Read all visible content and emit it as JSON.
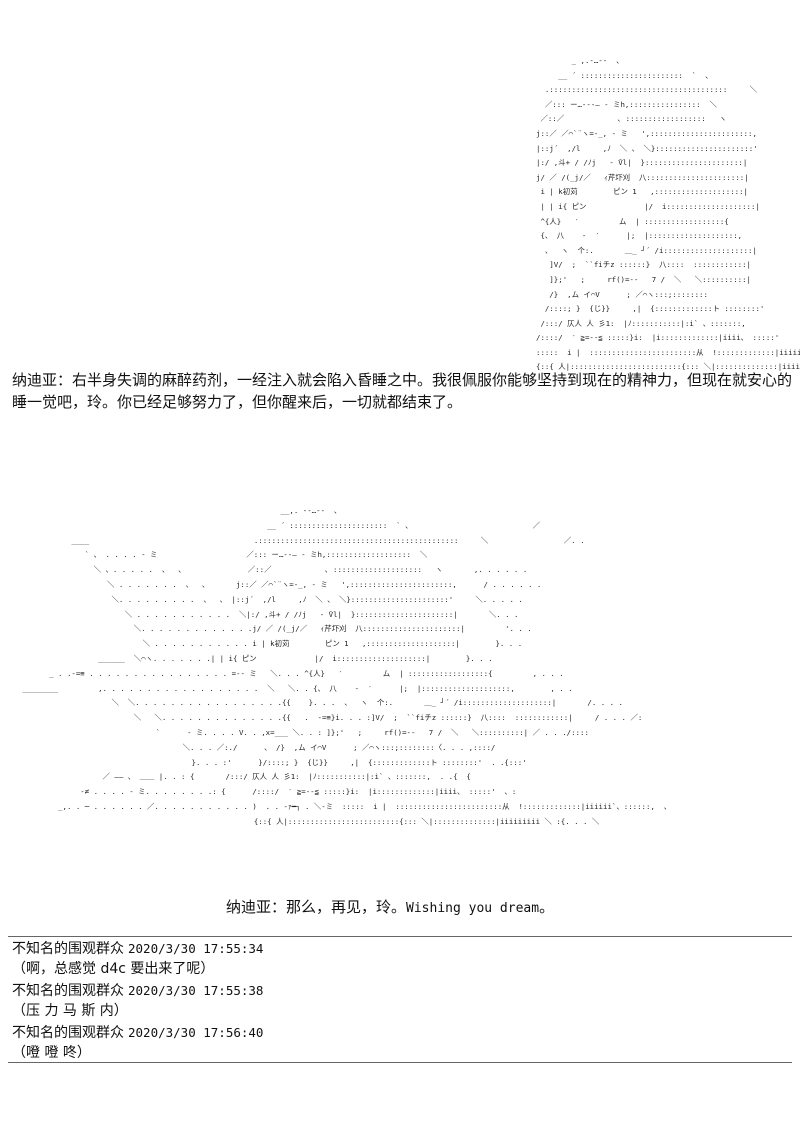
{
  "post": {
    "aa_art_1": "        _ ,.-…‐-  、\n     __ ´ :::::::::::::::::::::::  `  、\n  .::::::::::::::::::::::::::::::::::::::::     ＼\n  ／::: ー…‐‐‐― ‐ ミh,::::::::::::::::  ＼\n ／::／            ､ ::::::::::::::::::   ヽ\nj::／ ／⌒`¨ヽ=-_, ‐ ミ   ',:::::::::::::::::::::::,\n|::j´  ,/l     ,ﾉ  ＼ 、 ＼}::::::::::::::::::::::'\n|:/ ,斗+ / /ﾉj   ‐ ̄Vl|  }::::::::::::::::::::::|\nj/ ／ /(_j/／   ｨ芹圷刈  八::::::::::::::::::::::|\n i | k初苅        ピン 1   ,::::::::::::::::::::|\n | | i{ ピン             |/  i::::::::::::::::::::|\n ^{人}   ′         ム  | ::::::::::::::::::{\n {、 八    ‐  ′      |;  |::::::::::::::::::::,\n  、  ヽ  个:.       ＿_ ┘´ /i::::::::::::::::::::|\n   ]V/  ;  ``fiチz ::::::}  八::::  ::::::::::::|\n   ]};'   ;     rf()=‐‐   7 /  ＼   ＼::::::::::|\n   /}  ,ム イ⌒V      ; ／⌒ヽ:::;::::::::\n  /::::; }  {じ}}     ,|  {:::::::::::::ト ::::::::'\n /:::/ 仄人 人 彡1:  |ﾉ:::::::::::|:i` 、:::::::,\n/::::/  ′ ≧=‐‐≦ :::::}i:  |i:::::::::::::|iiii、 :::::'\n:::::  i |  ::::::::::::::::::::::::从  !:::::::::::::|iiiiii`、::::::,\n{::{ 人|:::::::::::::::::::::::::{::: ＼|::::::::::::::|iiiiiiiii ＼ :{",
    "dialog_1": "纳迪亚：右半身失调的麻醉药剂，一经注入就会陷入昏睡之中。我很佩服你能够坚持到现在的精神力，但现在就安心的睡一觉吧，玲。你已经足够努力了，但你醒来后，一切就都结束了。",
    "aa_art_2": "                                                           __,. -‐…‐-  、\n                                                        __ ´ ::::::::::::::::::::::  ` 、                           ／\n            ____                                     .:::::::::::::::::::::::::::::::::::::::::::::     ＼                 ／. .\n               ` 、 . . . . ‐ ミ                    ／::: ー…‐‐― ‐ ミh,:::::::::::::::::::  ＼\n                 ＼ 、. . . . .  、  、              ／::／            ､ ::::::::::::::::::::   ヽ       ,. . . . . .\n                    ＼ . . . . . . .  、  、      j::／ ／⌒`¨ヽ=-_, ‐ ミ   ',:::::::::::::::::::::::,      / . . . . . .\n                     ＼. . . . . . . . .  、  、 |::j´  ,/l     ,ﾉ  ＼ 、 ＼}::::::::::::::::::::::'     ＼. . . . .\n                        ＼ . . . . . . . . . . .  ＼|:/ ,斗+ / /ﾉj   ‐ ̄Vl|  }::::::::::::::::::::::|       ＼. . .\n                          ＼. . . . . . . . . . . . .j/ ／ /(_j/／   ｨ芹圷刈  八::::::::::::::::::::::|         '. . .\n                            ＼ . . . . . . . . . . . i | k初苅        ピン 1   ,::::::::::::::::::::|        }. . .\n                  ______  ＼⌒ヽ. . . . . . .| | i{ ピン             |/  i::::::::::::::::::::|        }. . .\n       _ . .‐=≡ . . . . . . . . . . . . . . . . =‐‐ ミ   ＼. . . ^{人}   ′         ム  | ::::::::::::::::::{         , . . .\n ________         ,. . . . . . . . . . . . . . . . . .  ＼   ＼. . {、 八    ‐  ′      |;  |::::::::::::::::::::,        , . .\n                     ＼  ＼. . . . . . . . . . . . . . . . .{{    }. . .  、  ヽ  个:.       ＿_ ┘´ /i::::::::::::::::::::|       /. . . .\n                          ＼   ＼. . . . . . . . . . . . . .{{   .  ‐=≡}i. . . :]V/  ;  ``fiチz ::::::}  八::::  ::::::::::::|     / . . . ／:\n                               `      ‐ ミ. . . . V. . ,x=___ ＼. . : ]};'   ;     rf()=‐‐   7 /  ＼   ＼::::::::::| ／ . . ./::::\n                                     ＼. . . ／:./      、 /}  ,ム イ⌒V      ; ／⌒ヽ:::;::::::::〈. . . ,::::/\n                                       }. . . :'      }/::::; }  {じ}}     ,|  {:::::::::::::ト ::::::::'  . .{:::'\n                   ／ ―― 、 ＿＿ |. . : {       /:::/ 仄人 人 彡1:  |ﾉ:::::::::::|:i` 、:::::::,  . .{  {\n              ‐≠ . . . . ‐ ミ. . . . . . . .: {      /::::/  ′ ≧=‐‐≦ :::::}i:  |i:::::::::::::|iiii、 :::::'  、:\n         _,. . ─ . . . . . . ／. . . . . . . . . . . )  . . ‐ｧ━┐ . ＼‐ミ  :::::  i |  ::::::::::::::::::::::::从  !:::::::::::::|iiiiii`、::::::,  、\n                                                     {::{ 人|:::::::::::::::::::::::::{::: ＼|::::::::::::::|iiiiiiiii ＼ :{. . . ＼",
    "dialog_2_prefix": "纳迪亚：那么，再见，玲。",
    "dialog_2_english": "Wishing you dream",
    "dialog_2_suffix": "。"
  },
  "comments": [
    {
      "author": "不知名的围观群众",
      "timestamp": "2020/3/30 17:55:34",
      "body": "（啊，总感觉 d4c 要出来了呢）"
    },
    {
      "author": "不知名的围观群众",
      "timestamp": "2020/3/30 17:55:38",
      "body": "（压 力 马 斯 内）"
    },
    {
      "author": "不知名的围观群众",
      "timestamp": "2020/3/30 17:56:40",
      "body": "（噔 噔 咚）"
    }
  ]
}
